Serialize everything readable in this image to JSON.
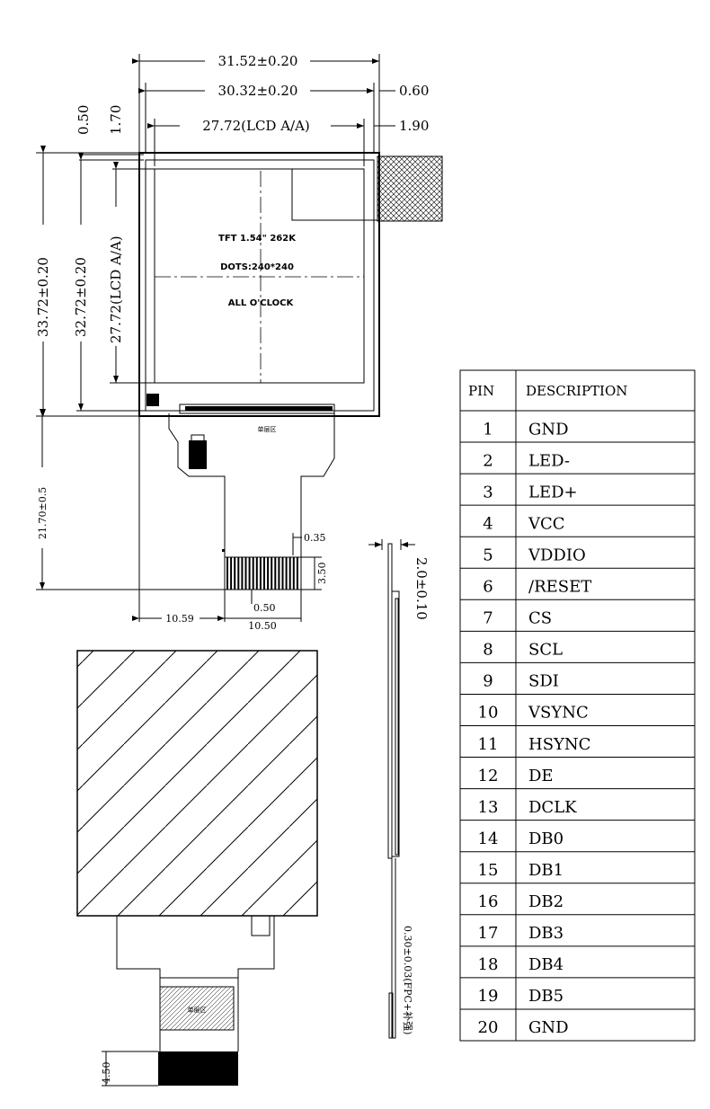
{
  "dimensions": {
    "outer_width": "31.52±0.20",
    "glass_width": "30.32±0.20",
    "aa_width": "27.72(LCD A/A)",
    "right_gap_top": "0.60",
    "right_gap_aa": "1.90",
    "top_gap_outer": "0.50",
    "top_gap_aa": "1.70",
    "outer_height": "33.72±0.20",
    "glass_height": "32.72±0.20",
    "aa_height": "27.72(LCD A/A)",
    "fpc_length": "21.70±0.5",
    "pad_pitch": "0.35",
    "pad_height": "3.50",
    "pad_width": "0.50",
    "fpc_offset": "10.59",
    "fpc_width": "10.50",
    "thickness": "2.0±0.10",
    "fpc_thickness": "0.30±0.03(FPC+补强)",
    "stiffener": "4.50"
  },
  "screen_text": {
    "line1": "TFT 1.54\" 262K",
    "line2": "DOTS:240*240",
    "line3": "ALL O'CLOCK"
  },
  "fpc_labels": {
    "top_label": "单层区",
    "back_label": "单层区"
  },
  "pin_table": {
    "header_pin": "PIN",
    "header_desc": "DESCRIPTION",
    "rows": [
      {
        "pin": "1",
        "desc": "GND"
      },
      {
        "pin": "2",
        "desc": "LED-"
      },
      {
        "pin": "3",
        "desc": "LED+"
      },
      {
        "pin": "4",
        "desc": "VCC"
      },
      {
        "pin": "5",
        "desc": "VDDIO"
      },
      {
        "pin": "6",
        "desc": "/RESET"
      },
      {
        "pin": "7",
        "desc": "CS"
      },
      {
        "pin": "8",
        "desc": "SCL"
      },
      {
        "pin": "9",
        "desc": "SDI"
      },
      {
        "pin": "10",
        "desc": "VSYNC"
      },
      {
        "pin": "11",
        "desc": "HSYNC"
      },
      {
        "pin": "12",
        "desc": "DE"
      },
      {
        "pin": "13",
        "desc": "DCLK"
      },
      {
        "pin": "14",
        "desc": "DB0"
      },
      {
        "pin": "15",
        "desc": "DB1"
      },
      {
        "pin": "16",
        "desc": "DB2"
      },
      {
        "pin": "17",
        "desc": "DB3"
      },
      {
        "pin": "18",
        "desc": "DB4"
      },
      {
        "pin": "19",
        "desc": "DB5"
      },
      {
        "pin": "20",
        "desc": "GND"
      }
    ]
  }
}
